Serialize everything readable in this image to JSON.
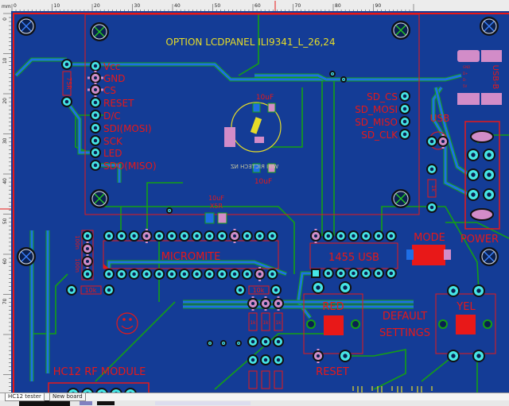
{
  "ruler": {
    "unit": "mm",
    "top_ticks": [
      "0",
      "10",
      "20",
      "30",
      "40",
      "50",
      "60",
      "70",
      "80",
      "90"
    ],
    "left_ticks": [
      "0",
      "10",
      "20",
      "30",
      "40",
      "50",
      "60",
      "70"
    ]
  },
  "tabs": [
    {
      "label": "HC12 tester",
      "active": true
    },
    {
      "label": "New board",
      "active": false
    }
  ],
  "colors": {
    "board": "#143c96",
    "silk_top": "#e81818",
    "silk_bottom": "#e6dc28",
    "copper_trace": "#1e6ee6",
    "ground_outline": "#14a014",
    "pad": "#46e6e6",
    "smd_bottom": "#d28cc8"
  },
  "silkscreen": {
    "lcd_title": "OPTION LCDPANEL ILI9341_L_26,24",
    "lcd_pins": [
      "Vcc",
      "GND",
      "CS",
      "RESET",
      "D/C",
      "SDI(MOSI)",
      "SCK",
      "LED",
      "SDO(MISO)"
    ],
    "sd_pins": [
      "SD_CS",
      "SD_MOSI",
      "SD_MISO",
      "SD_CLK"
    ],
    "resistor_75r": "75R",
    "cap_top": "10uF",
    "cap_bottom": "10uF",
    "brand_mirrored": "WIFI RICTECH NZ",
    "usb_b": "USB-B",
    "usb_b_pins": [
      "GND",
      "D+",
      "D-",
      "5V"
    ],
    "usb_led": "USB",
    "res_1k": "1k",
    "power": "POWER",
    "mode": "MODE",
    "chip_usb": "1455 USB",
    "chip_main": "MICROMITE",
    "cap_x5r_value": "10uF",
    "cap_x5r_type": "X5R",
    "cap_100n_a": "100n",
    "cap_100n_b": "100n",
    "res_10k_a": "10k",
    "res_10k_b": "10k",
    "btn_red": "RED",
    "btn_reset": "RESET",
    "btn_yel": "YEL",
    "default_line1": "DEFAULT",
    "default_line2": "SETTINGS",
    "hc12": "HC12 RF MODULE",
    "small_res": [
      "1k",
      "1k",
      "1k"
    ]
  }
}
